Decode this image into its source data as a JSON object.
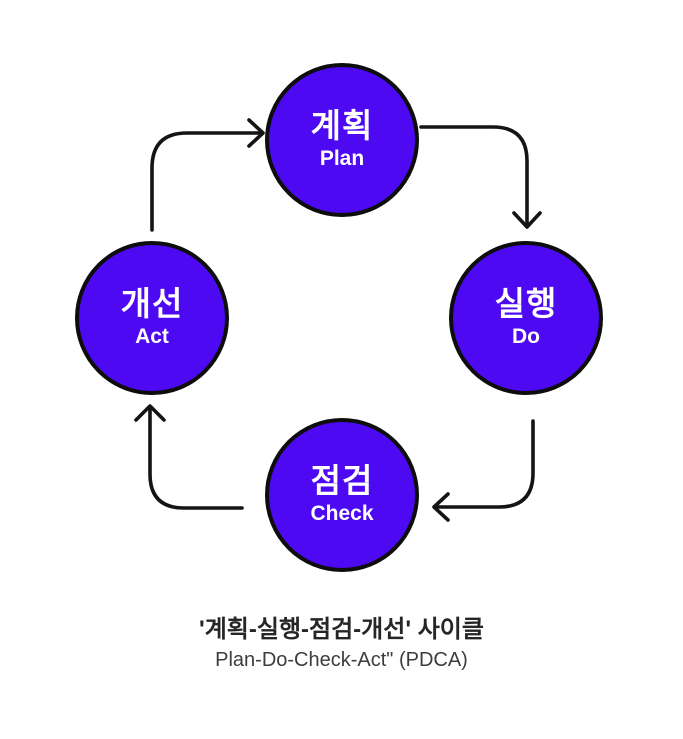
{
  "diagram": {
    "type": "cycle",
    "direction": "clockwise",
    "nodes": [
      {
        "id": "plan",
        "position": "top",
        "ko": "계획",
        "en": "Plan"
      },
      {
        "id": "do",
        "position": "right",
        "ko": "실행",
        "en": "Do"
      },
      {
        "id": "check",
        "position": "bottom",
        "ko": "점검",
        "en": "Check"
      },
      {
        "id": "act",
        "position": "left",
        "ko": "개선",
        "en": "Act"
      }
    ],
    "caption": {
      "line1": "'계획-실행-점검-개선' 사이클",
      "line2": "Plan-Do-Check-Act\" (PDCA)"
    },
    "colors": {
      "node_fill": "#4C09F2",
      "node_border": "#0d0d0d",
      "node_text": "#ffffff",
      "arrow": "#141414",
      "title": "#262626",
      "subtitle": "#3d3d3d",
      "background": "#ffffff"
    }
  }
}
